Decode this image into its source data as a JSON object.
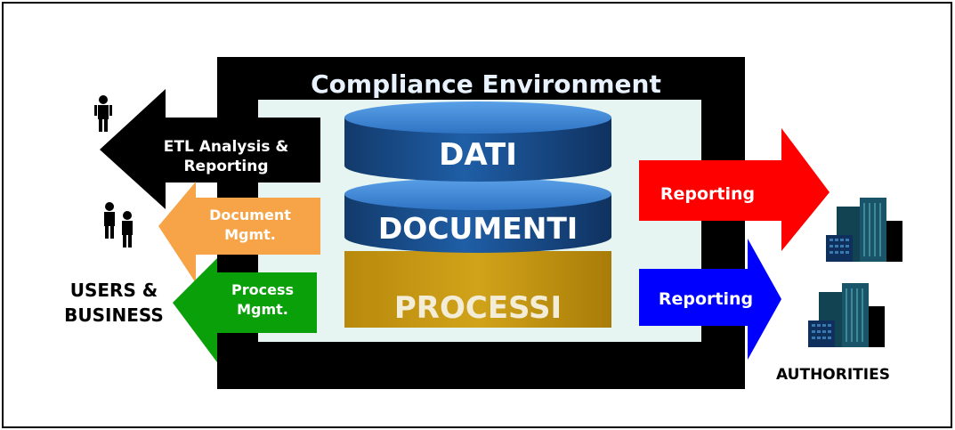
{
  "diagram": {
    "title": "Compliance Environment",
    "layers": {
      "top": "DATI",
      "middle": "DOCUMENTI",
      "bottom": "PROCESSI"
    },
    "left_arrows": {
      "etl": [
        "ETL Analysis &",
        "Reporting"
      ],
      "document": [
        "Document",
        "Mgmt."
      ],
      "process": [
        "Process",
        "Mgmt."
      ]
    },
    "right_arrows": {
      "top": "Reporting",
      "bottom": "Reporting"
    },
    "left_caption": [
      "USERS &",
      "BUSINESS"
    ],
    "right_caption": "AUTHORITIES"
  },
  "colors": {
    "frame": "#000000",
    "inner_panel": "#e6f5f2",
    "cylinder_body": "#1a4f8f",
    "cylinder_top": "#3c86d6",
    "processi_box": "#c6950f",
    "etl_arrow": "#000000",
    "document_arrow": "#f7a348",
    "process_arrow": "#0aa00a",
    "reporting_top_arrow": "#ff0000",
    "reporting_bottom_arrow": "#0000ff",
    "building": "#1b5a6e"
  }
}
